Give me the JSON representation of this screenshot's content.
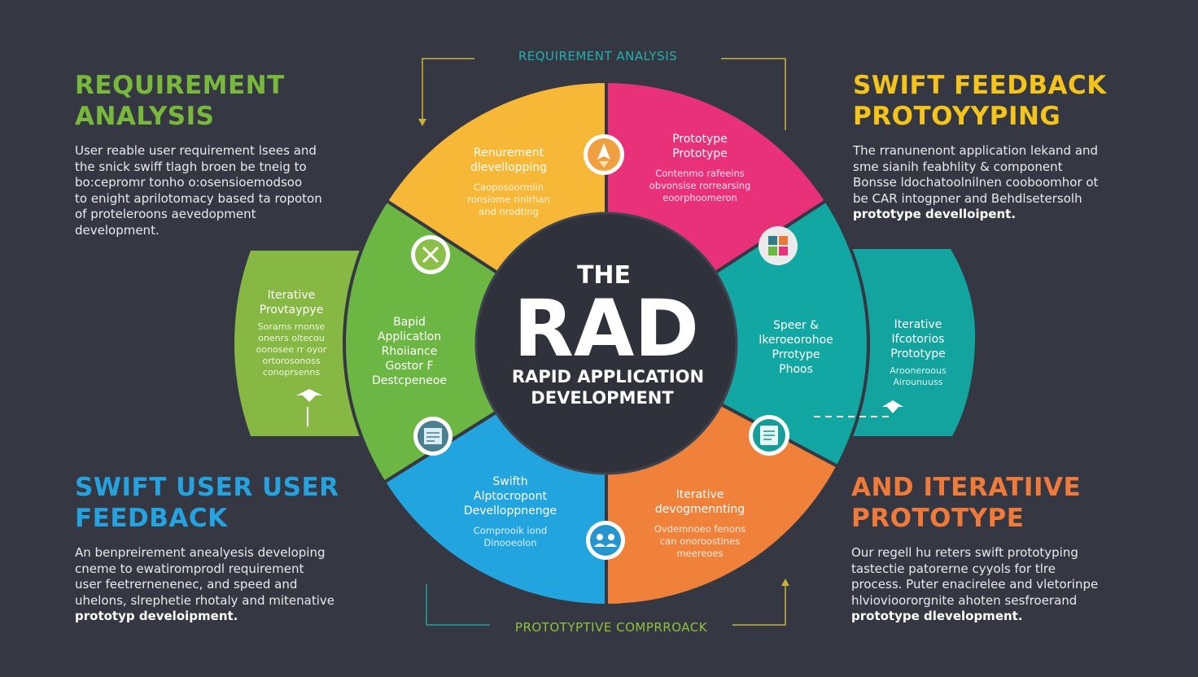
{
  "top_label": "REQUIREMENT ANALYSIS",
  "bottom_label": "PROTOTYPTIVE COMPRROACK",
  "center": {
    "the": "THE",
    "rad": "RAD",
    "line1": "RAPID APPLICATION",
    "line2": "DEVELOPMENT"
  },
  "corners": {
    "top_left": {
      "heading": [
        "REQUIREMENT",
        "ANALYSIS"
      ],
      "lines": [
        "User reable user requirement lsees and",
        "the snick swiff tlagh broen be tneig to",
        "bo:cepromr tonho o:osensioemodsoo",
        "to enight aprilotomacy based ta ropoton",
        "of proteleroons aevedopment",
        "development."
      ],
      "bold_tail": ""
    },
    "top_right": {
      "heading": [
        "SWIFT FEEDBACK",
        "PROTOYYPING"
      ],
      "lines": [
        "The rranunenont application lekand and",
        "sme sianih feabhlity & component",
        "Bonsse ldochatoolnilnen cooboomhor ot",
        "be CAR intogpner and Behdlsetersolh"
      ],
      "bold_tail": "prototype develloipent."
    },
    "bottom_left": {
      "heading": [
        "SWIFT USER USER",
        "FEEDBACK"
      ],
      "lines": [
        "An benpreirement anealyesis developing",
        "cneme to ewatiromprodl requirement",
        "user feetrernenenec, and speed and",
        "uhelons, slrephetie rhotaly and mitenative"
      ],
      "bold_tail": "prototyp develoipment."
    },
    "bottom_right": {
      "heading": [
        "AND ITERATIIVE",
        "PROTOTYPE"
      ],
      "lines": [
        "Our regell hu reters swift prototyping",
        "tastectie patorerne cyyols for tlre",
        "process. Puter enacirelee and vletorinpe",
        "hlviovioororgnite ahoten sesfroerand"
      ],
      "bold_tail": "prototype dlevelopment."
    }
  },
  "segments": {
    "yellow": {
      "title": [
        "Renurement",
        "dlevellopping"
      ],
      "body": [
        "Caoposoormlin",
        "ronsiome rinlrhan",
        "and nrodting"
      ],
      "color": "#f6b836"
    },
    "pink": {
      "title": [
        "Prototype",
        "Prototype"
      ],
      "body": [
        "Contenmo rafeeins",
        "obvonsise rorrearsing",
        "eoorphoomeron"
      ],
      "color": "#e9317a"
    },
    "teal": {
      "title": [
        "Speer &",
        "Ikeroeorohoe",
        "Prrotype",
        "Phoos"
      ],
      "body": [],
      "color": "#12a7a2"
    },
    "orange": {
      "title": [
        "Iterative",
        "devogmennting"
      ],
      "body": [
        "Ovdemnoeo fenons",
        "can onoroostines",
        "meereoes"
      ],
      "color": "#f0813a"
    },
    "blue": {
      "title": [
        "Swifth",
        "Alptocropont",
        "Develloppnenge"
      ],
      "body": [
        "Comprooik iond",
        "Dinooeolon"
      ],
      "color": "#22a4df"
    },
    "green": {
      "title": [
        "Bapid",
        "Applicatlon",
        "Rhoiiance",
        "Gostor F",
        "Destcpeneoe"
      ],
      "body": [],
      "color": "#6cb743"
    }
  },
  "tabs": {
    "left": {
      "title": [
        "lterative",
        "Provtaypye"
      ],
      "body": [
        "Sorams rnonse",
        "onenrs oltecou",
        "oonosee rr oyor",
        "ortorosonoss",
        "conoprsenns"
      ],
      "color": "#86b843"
    },
    "right": {
      "title": [
        "Iterative",
        "Ifcotorios",
        "Prototype"
      ],
      "body": [
        "Arooneroous",
        "Airounuuss"
      ],
      "color": "#13a4a0"
    }
  },
  "icons": {
    "yellow": "rocket-icon",
    "pink": "puzzle-icon",
    "green": "tools-icon",
    "blue": "blueprint-icon",
    "orange": "people-icon",
    "teal": "document-icon"
  },
  "colors": {
    "background": "#353843",
    "heading_green": "#78b83b",
    "heading_yellow": "#f5c419",
    "heading_blue": "#25a3e0",
    "heading_orange": "#ef7a3a",
    "hub": "#2f323b"
  }
}
